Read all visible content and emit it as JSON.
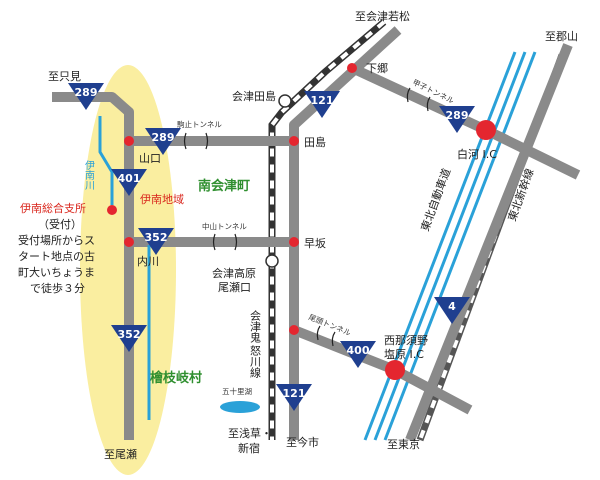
{
  "destinations": {
    "to_aizu_wakamatsu": "至会津若松",
    "to_tadami": "至只見",
    "to_koriyama": "至郡山",
    "to_oze": "至尾瀬",
    "to_asakusa": "至浅草・",
    "to_shinjuku": "新宿",
    "to_imaichi": "至今市",
    "to_tokyo": "至東京"
  },
  "places": {
    "aizu_tajima": "会津田島",
    "tajima": "田島",
    "yamaguchi": "山口",
    "uchikawa": "内川",
    "hayasaka": "早坂",
    "shimogo": "下郷",
    "shirakawa_ic": "白河 I.C",
    "nishinasuno_ic_1": "西那須野",
    "nishinasuno_ic_2": "塩原 I.C",
    "aizukogen_1": "会津高原",
    "aizukogen_2": "尾瀬口",
    "gojuri_lake": "五十里湖"
  },
  "tunnels": {
    "komayama": "駒止トンネル",
    "nakayama": "中山トンネル",
    "kabuto": "甲子トンネル",
    "obama": "尾頭トンネル"
  },
  "regions": {
    "minami_aizu": "南会津町",
    "hinoemata": "檜枝岐村",
    "inan_area": "伊南地域"
  },
  "rivers": {
    "inan_river": "伊南川"
  },
  "railways": {
    "aizu_kinugawa_1": "会津鬼",
    "aizu_kinugawa_2": "怒川線",
    "tohoku_expressway": "東北自動車道",
    "tohoku_shinkansen": "東北新幹線"
  },
  "office": {
    "name": "伊南総合支所",
    "reception": "（受付）",
    "note_lines": [
      "受付場所からス",
      "タート地点の古",
      "町大いちょうま",
      "で徒歩３分"
    ]
  },
  "routes": {
    "r289_a": "289",
    "r289_b": "289",
    "r289_c": "289",
    "r401": "401",
    "r352_a": "352",
    "r352_b": "352",
    "r121_a": "121",
    "r121_b": "121",
    "r400": "400",
    "r4": "4"
  },
  "colors": {
    "road": "#8a8a8a",
    "highlight": "#faeea0",
    "river": "#2aa1d8",
    "shield": "#1f3f8f",
    "marker": "#e4262f",
    "region_text": "#2f8f2f"
  }
}
